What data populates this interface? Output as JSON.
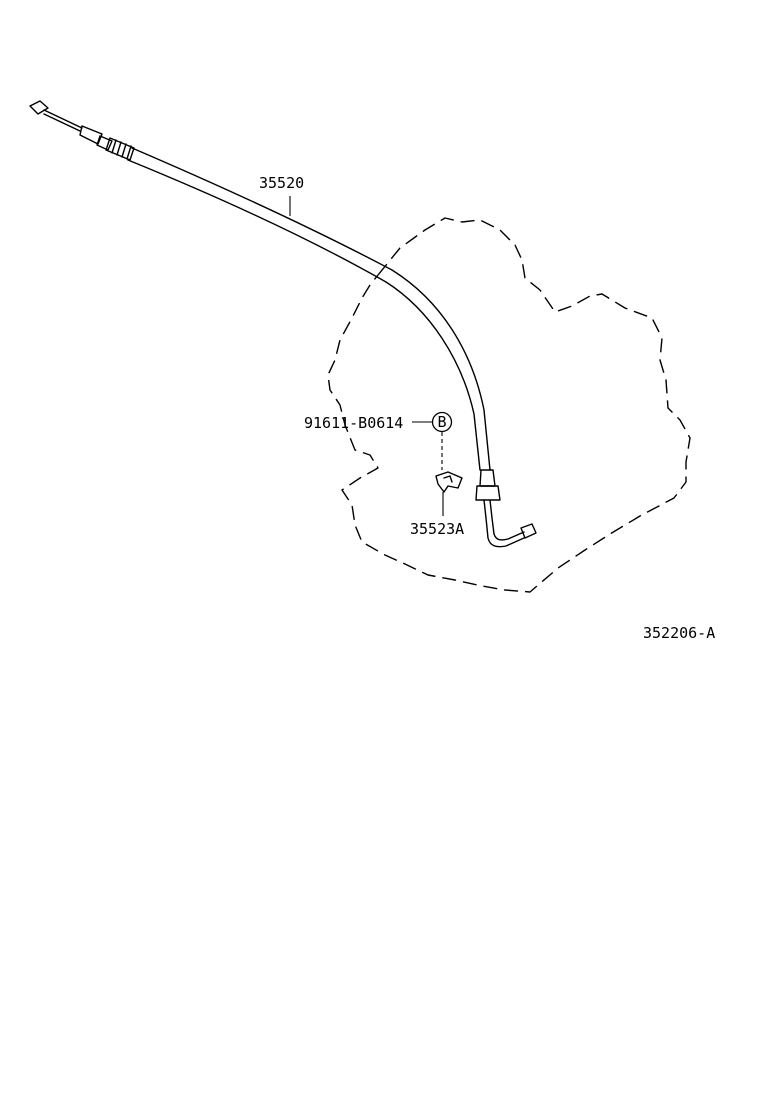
{
  "diagram": {
    "callouts": {
      "cable": "35520",
      "bolt": "91611-B0614",
      "bolt_marker": "B",
      "clamp": "35523A"
    },
    "figure_code": "352206-A"
  }
}
